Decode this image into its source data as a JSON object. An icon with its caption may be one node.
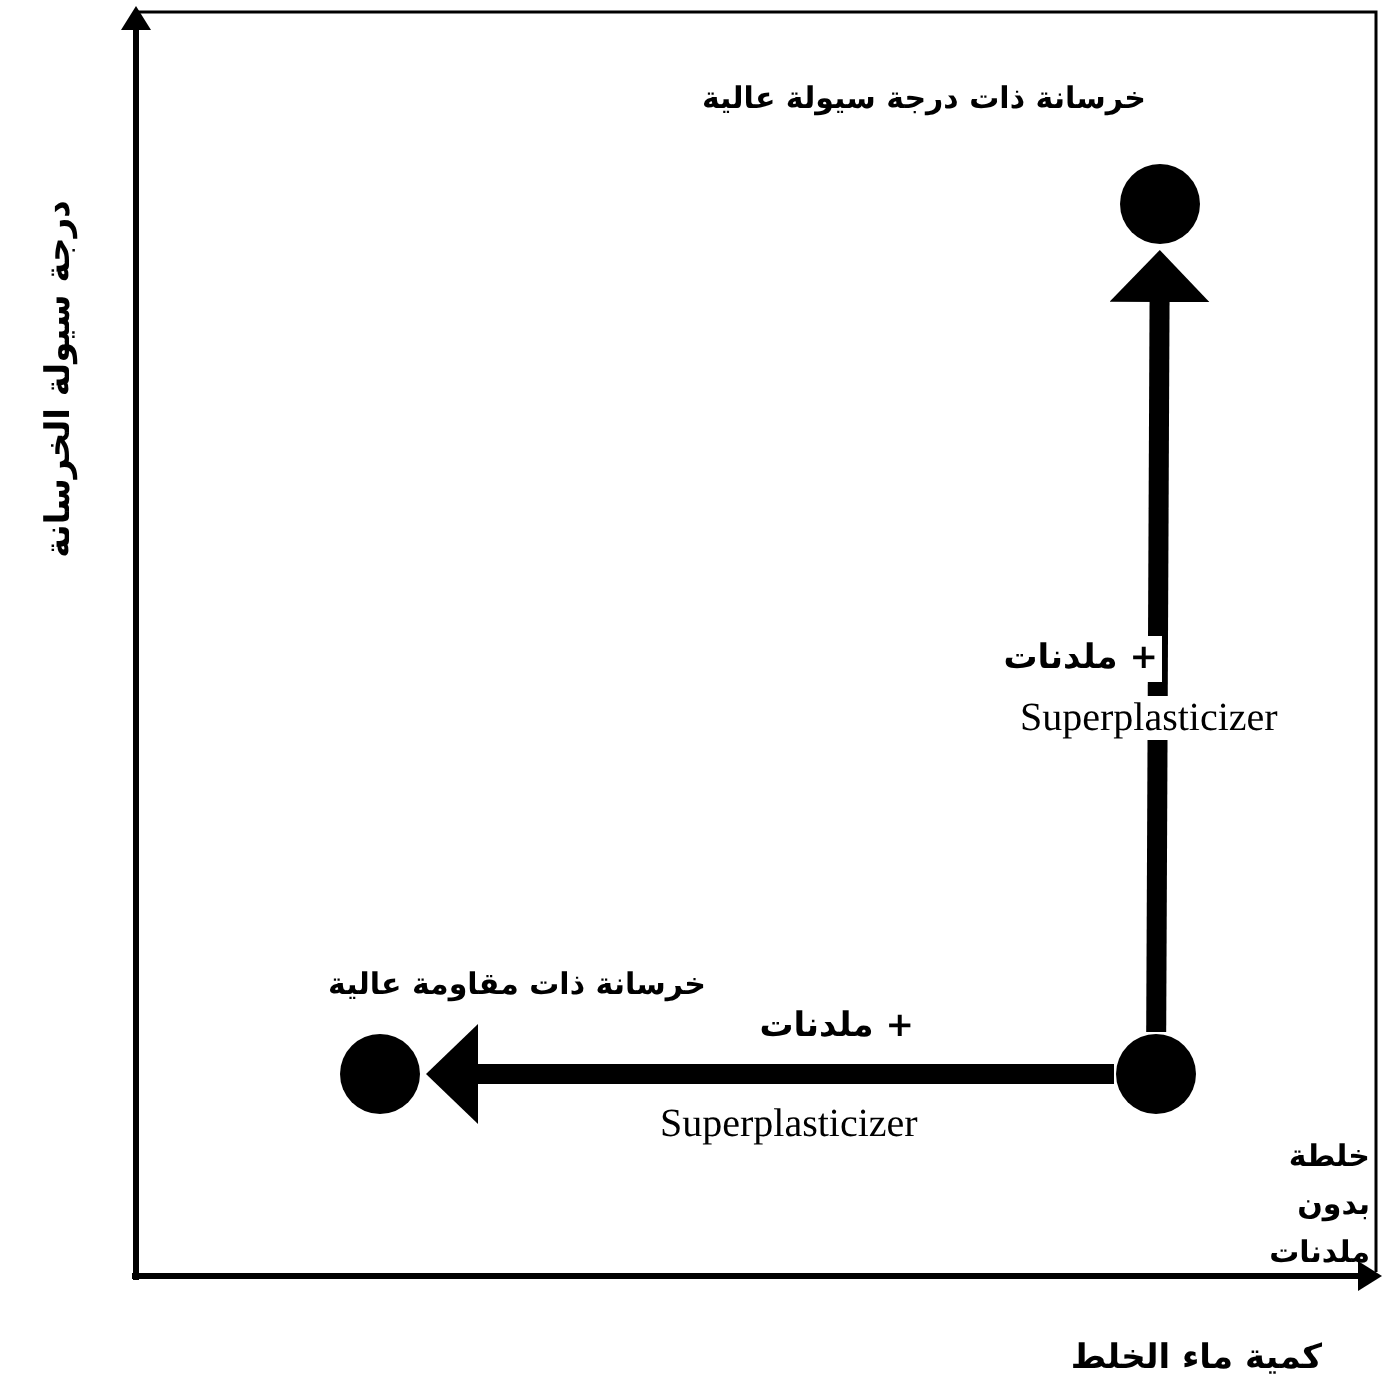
{
  "diagram": {
    "nodes": [
      {
        "text": [],
        "shape": "circle",
        "beside": [
          "خرسانة ذات درجة سيولة عالية"
        ]
      },
      {
        "text": [],
        "shape": "circle",
        "beside": [
          "خرسانة ذات مقاومة عالية"
        ]
      },
      {
        "text": [],
        "shape": "circle",
        "beside": [
          "خلطة بدون ملدنات"
        ]
      }
    ],
    "edges": [
      {
        "from": 2,
        "to": 0,
        "arrow": "to",
        "label": "+ ملدنات"
      },
      {
        "from": 2,
        "to": 1,
        "arrow": "to",
        "label": "+ ملدنات"
      }
    ],
    "labels": [
      "درجة سيولة الخرسانة",
      "Superplasticizer",
      "Superplasticizer",
      "كمية ماء الخلط"
    ]
  }
}
